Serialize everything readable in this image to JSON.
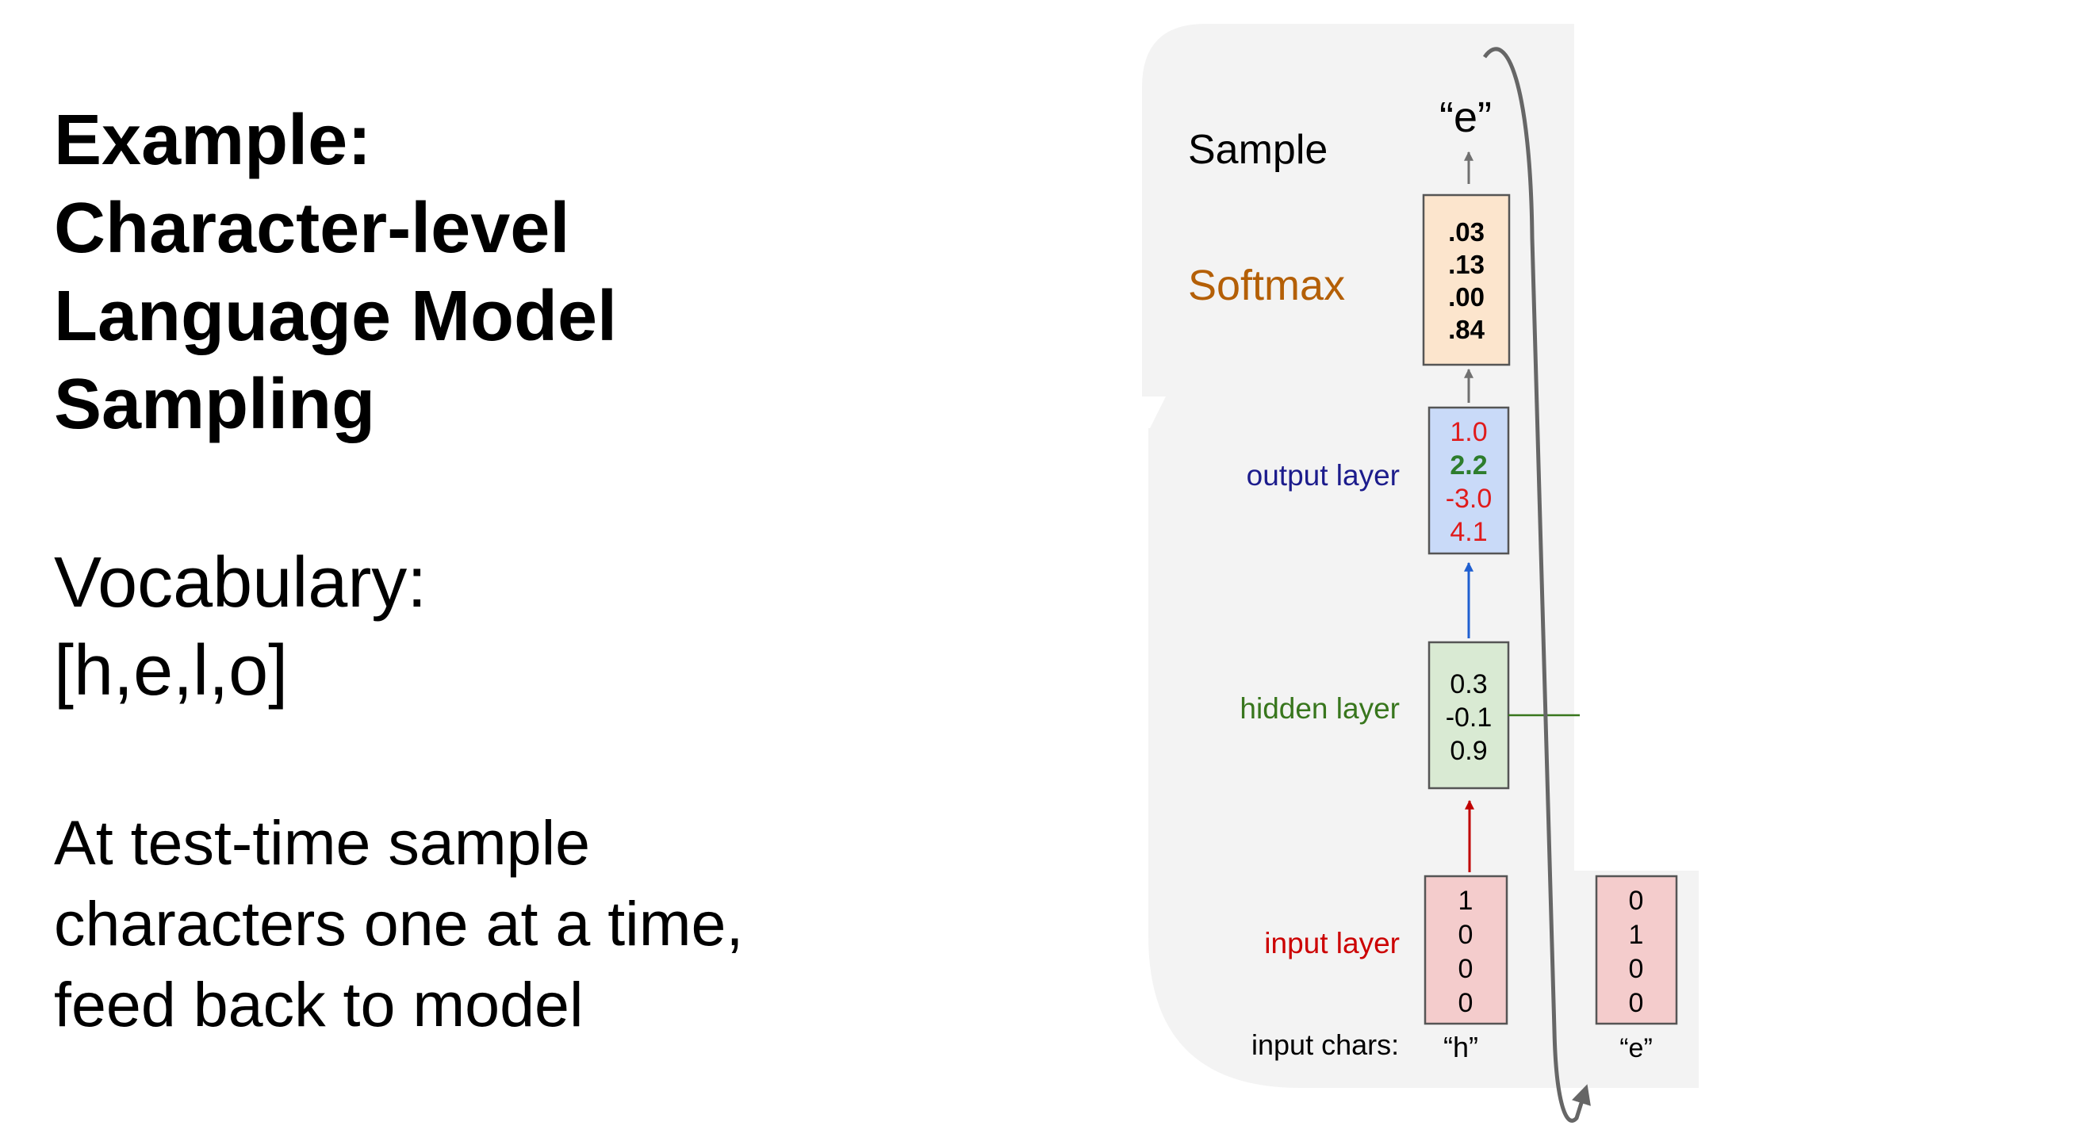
{
  "slide": {
    "title_lines": [
      "Example:",
      "Character-level",
      "Language Model",
      "Sampling"
    ],
    "vocab_lines": [
      "Vocabulary:",
      "[h,e,l,o]"
    ],
    "desc_lines": [
      "At test-time sample",
      "characters one at a time,",
      "feed back to model"
    ]
  },
  "diagram": {
    "sample_label": "Sample",
    "sampled_char": "“e”",
    "softmax_label": "Softmax",
    "softmax_values": [
      ".03",
      ".13",
      ".00",
      ".84"
    ],
    "output_label": "output layer",
    "output_values": [
      "1.0",
      "2.2",
      "-3.0",
      "4.1"
    ],
    "hidden_label": "hidden layer",
    "hidden_values": [
      "0.3",
      "-0.1",
      "0.9"
    ],
    "input_label": "input layer",
    "input_values_1": [
      "1",
      "0",
      "0",
      "0"
    ],
    "input_values_2": [
      "0",
      "1",
      "0",
      "0"
    ],
    "input_chars_label": "input chars:",
    "input_char_1": "“h”",
    "input_char_2": "“e”",
    "colors": {
      "panel": "#f3f3f3",
      "softmax_label": "#b45f06",
      "softmax_fill": "#fce5cd",
      "output_label": "#1c1c8c",
      "output_fill": "#c9daf8",
      "output_highlight": "#2d7d2d",
      "output_red": "#e01b1b",
      "hidden_label": "#38761d",
      "hidden_fill": "#d9ead3",
      "input_label": "#cc0000",
      "input_fill": "#f4cccc",
      "arrow_gray": "#707070",
      "arrow_blue": "#1f5fd0",
      "arrow_red": "#c00000"
    }
  }
}
